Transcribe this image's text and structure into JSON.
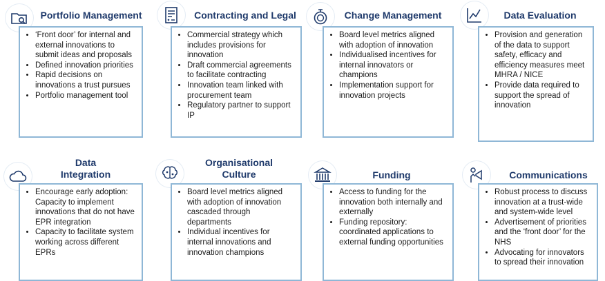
{
  "cards": [
    {
      "title": "Portfolio Management",
      "icon": "folder-search-icon",
      "items": [
        "‘Front door’ for internal and external innovations to submit ideas and proposals",
        "Defined innovation priorities",
        "Rapid decisions on innovations a trust pursues",
        "Portfolio management tool"
      ]
    },
    {
      "title": "Contracting and Legal",
      "icon": "document-sign-icon",
      "items": [
        "Commercial  strategy which includes provisions for innovation",
        "Draft commercial agreements to  facilitate contracting",
        "Innovation team linked with procurement team",
        "Regulatory partner to support IP"
      ]
    },
    {
      "title": "Change Management",
      "icon": "stopwatch-icon",
      "items": [
        "Board level metrics aligned with adoption of innovation",
        "Individualised incentives for internal innovators or champions",
        "Implementation support for innovation projects"
      ]
    },
    {
      "title": "Data Evaluation",
      "icon": "line-chart-icon",
      "items": [
        "Provision and generation of the data to support safety, efficacy and efficiency measures meet MHRA / NICE",
        "Provide data required to support the spread of innovation"
      ]
    },
    {
      "title": "Data Integration",
      "icon": "cloud-icon",
      "items": [
        "Encourage early adoption: Capacity to implement innovations that do not have EPR integration",
        "Capacity to facilitate system working across different EPRs"
      ]
    },
    {
      "title": "Organisational Culture",
      "icon": "brain-icon",
      "items": [
        "Board level metrics aligned with adoption of innovation cascaded through departments",
        "Individual incentives for internal innovations and innovation champions"
      ]
    },
    {
      "title": "Funding",
      "icon": "bank-icon",
      "items": [
        "Access to funding for the innovation both internally and externally",
        "Funding repository: coordinated applications to external funding opportunities"
      ]
    },
    {
      "title": "Communications",
      "icon": "megaphone-person-icon",
      "items": [
        "Robust process to discuss innovation at a trust-wide and system-wide level",
        "Advertisement of priorities and the ‘front door’ for the NHS",
        "Advocating for innovators to spread their innovation"
      ]
    }
  ]
}
